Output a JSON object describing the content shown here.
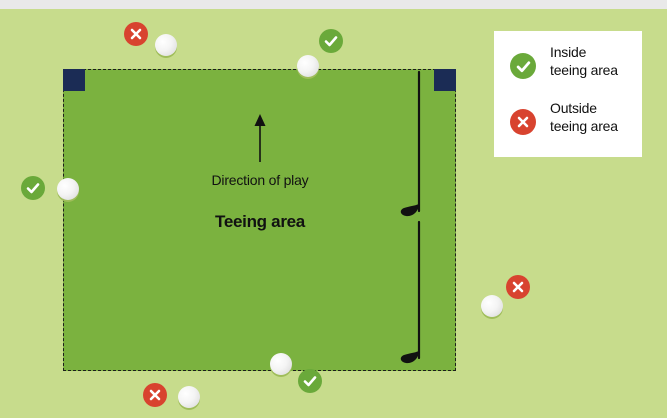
{
  "diagram": {
    "direction_label": "Direction of play",
    "area_title": "Teeing area"
  },
  "legend": {
    "inside": {
      "line1": "Inside",
      "line2": "teeing area",
      "icon": "check-icon",
      "color": "#6aa93a"
    },
    "outside": {
      "line1": "Outside",
      "line2": "teeing area",
      "icon": "cross-icon",
      "color": "#d8432f"
    }
  },
  "colors": {
    "grass": "#c7dc8c",
    "teeing_area": "#7bb23f",
    "marker": "#1b2c55",
    "ok": "#6aa93a",
    "bad": "#d8432f"
  },
  "balls": [
    {
      "id": "top-left",
      "status": "outside"
    },
    {
      "id": "top-edge",
      "status": "inside"
    },
    {
      "id": "left-edge",
      "status": "inside"
    },
    {
      "id": "right-outside",
      "status": "outside"
    },
    {
      "id": "bottom-edge",
      "status": "inside"
    },
    {
      "id": "bottom-outside",
      "status": "outside"
    }
  ]
}
